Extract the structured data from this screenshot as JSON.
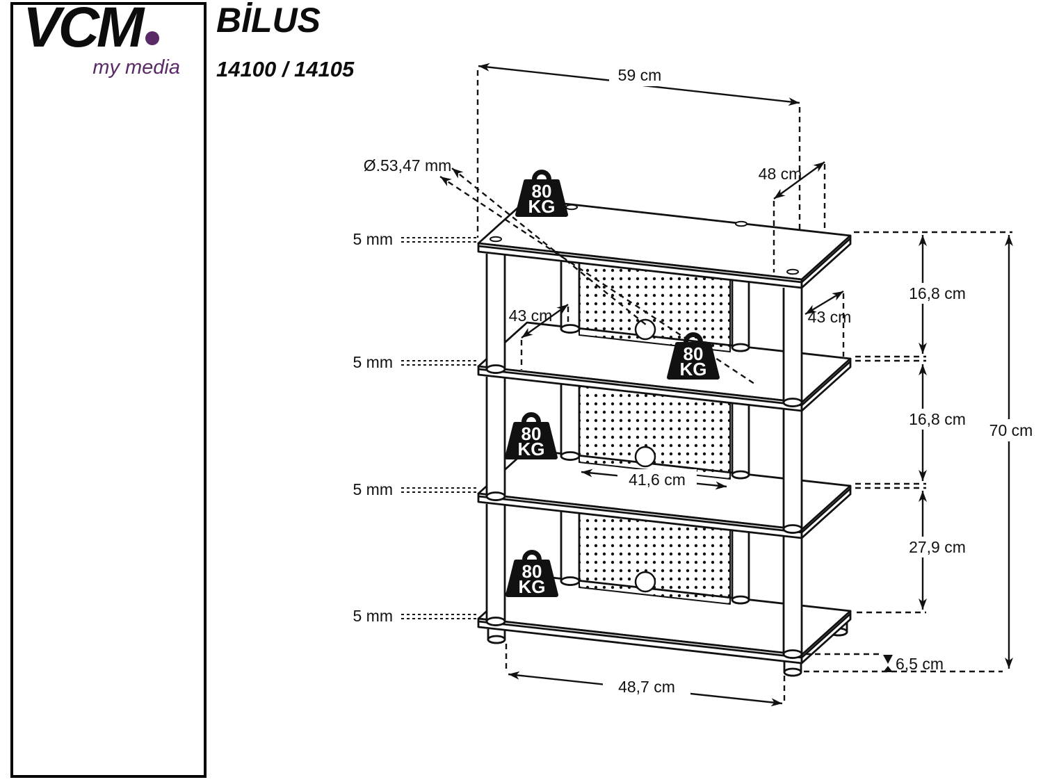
{
  "brand": {
    "name": "VCM",
    "tagline": "my media",
    "accent_color": "#5a2a66"
  },
  "product": {
    "name": "BİLUS",
    "model_numbers": "14100 / 14105"
  },
  "load_badge": {
    "value": "80",
    "unit": "KG"
  },
  "dimensions": {
    "top_width": "59 cm",
    "top_depth": "48 cm",
    "hole_diameter": "Ø.53,47 mm",
    "shelf_thickness": [
      "5 mm",
      "5 mm",
      "5 mm",
      "5 mm"
    ],
    "shelf_depth_left": "43 cm",
    "shelf_depth_right": "43 cm",
    "gap_top": "16,8 cm",
    "gap_middle": "16,8 cm",
    "gap_bottom": "27,9 cm",
    "total_height": "70 cm",
    "foot_height": "6,5 cm",
    "inner_width": "41,6 cm",
    "feet_span": "48,7 cm"
  }
}
